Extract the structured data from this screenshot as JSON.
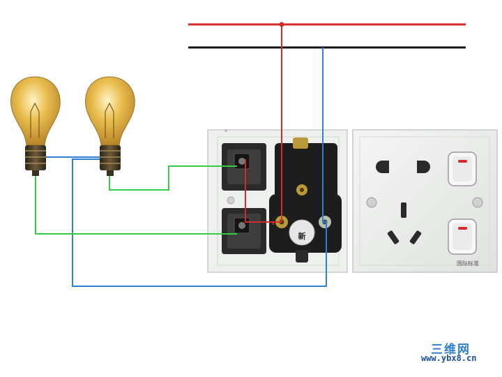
{
  "diagram": {
    "title": "",
    "wire_colors": {
      "live": "#d42a2a",
      "neutral": "#151515",
      "neutral_branch": "#2f7fd8",
      "switched": "#33cc44"
    },
    "panel_color": "#eef0ee",
    "bulb_color": "#e2b33a",
    "socket_center_mark": "新",
    "outlet_label": "国际标准",
    "watermark": {
      "logo": "三维网",
      "url": "www.ybx8.cn"
    }
  }
}
